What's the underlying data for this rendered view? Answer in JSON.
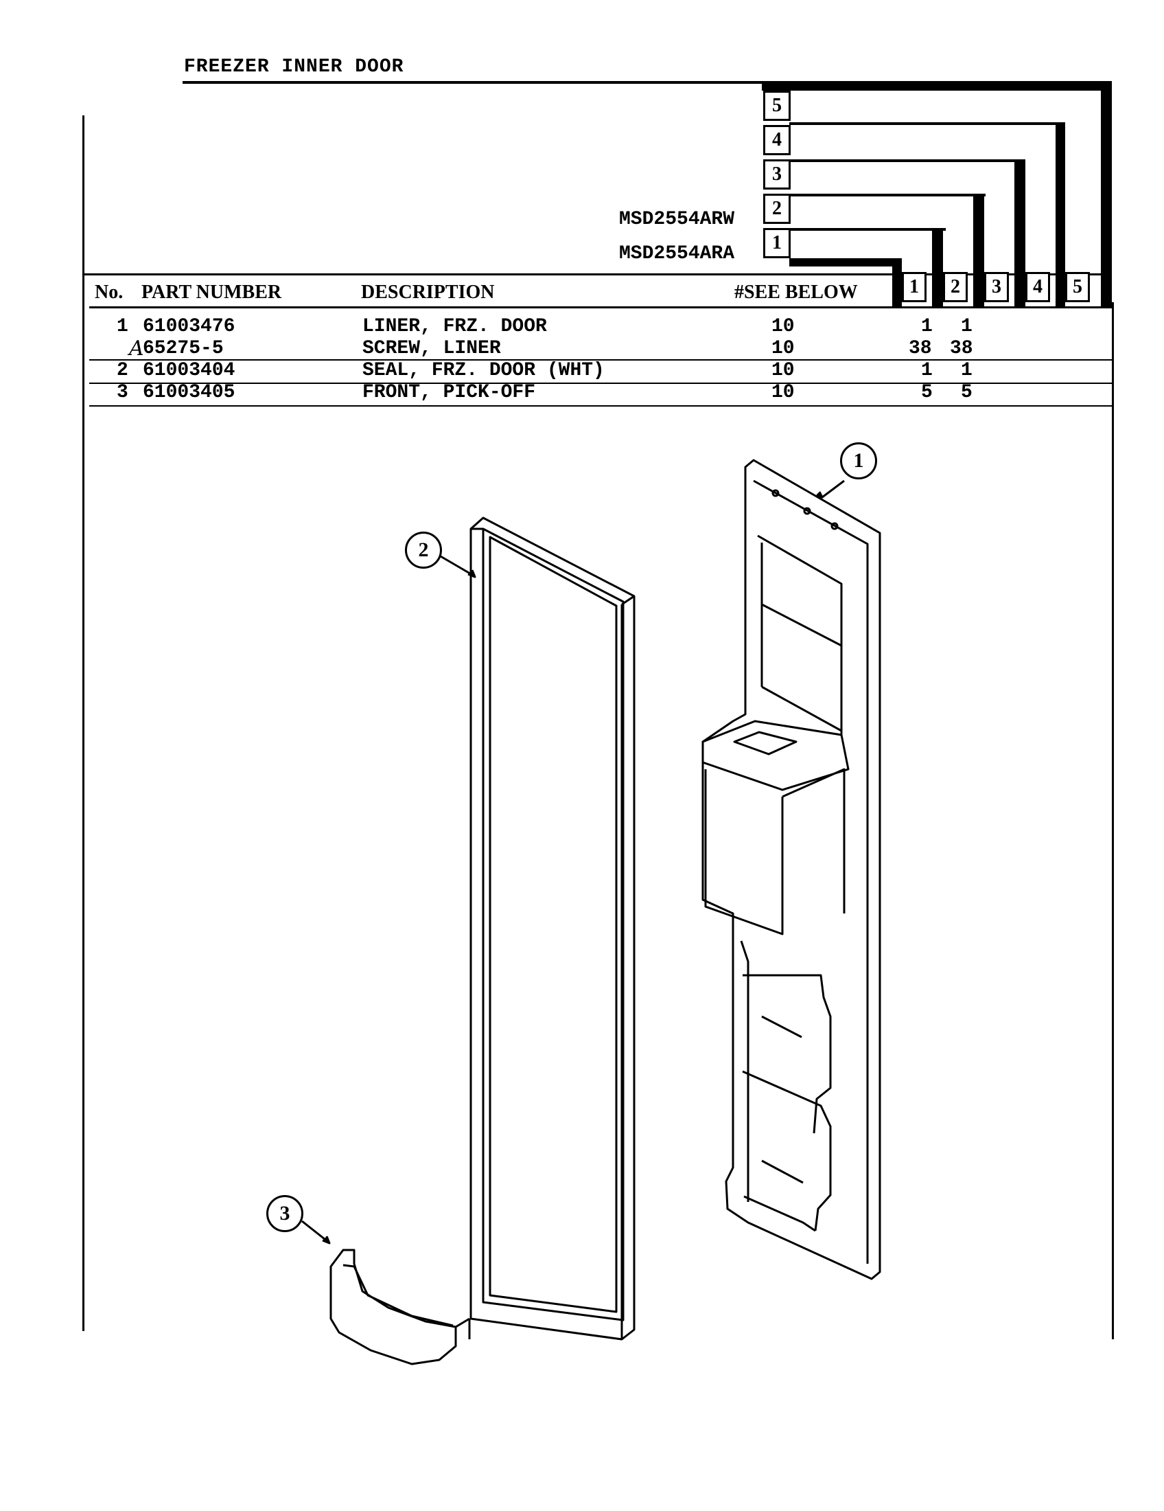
{
  "page": {
    "title": "FREEZER INNER DOOR",
    "models": [
      "MSD2554ARW",
      "MSD2554ARA"
    ],
    "model_tabs": [
      "5",
      "4",
      "3",
      "2",
      "1"
    ],
    "column_numbers": [
      "1",
      "2",
      "3",
      "4",
      "5"
    ]
  },
  "table": {
    "headers": {
      "no": "No.",
      "part_number": "PART NUMBER",
      "description": "DESCRIPTION",
      "see_below": "#SEE BELOW"
    },
    "rows": [
      {
        "no": "1",
        "part_number": "61003476",
        "description": "LINER, FRZ. DOOR",
        "see_below": "10",
        "q1": "1",
        "q2": "1"
      },
      {
        "no": "A",
        "part_number": "65275-5",
        "description": "SCREW, LINER",
        "see_below": "10",
        "q1": "38",
        "q2": "38"
      },
      {
        "no": "2",
        "part_number": "61003404",
        "description": "SEAL, FRZ. DOOR (WHT)",
        "see_below": "10",
        "q1": "1",
        "q2": "1"
      },
      {
        "no": "3",
        "part_number": "61003405",
        "description": "FRONT, PICK-OFF",
        "see_below": "10",
        "q1": "5",
        "q2": "5"
      }
    ]
  },
  "callouts": [
    "1",
    "2",
    "3"
  ]
}
